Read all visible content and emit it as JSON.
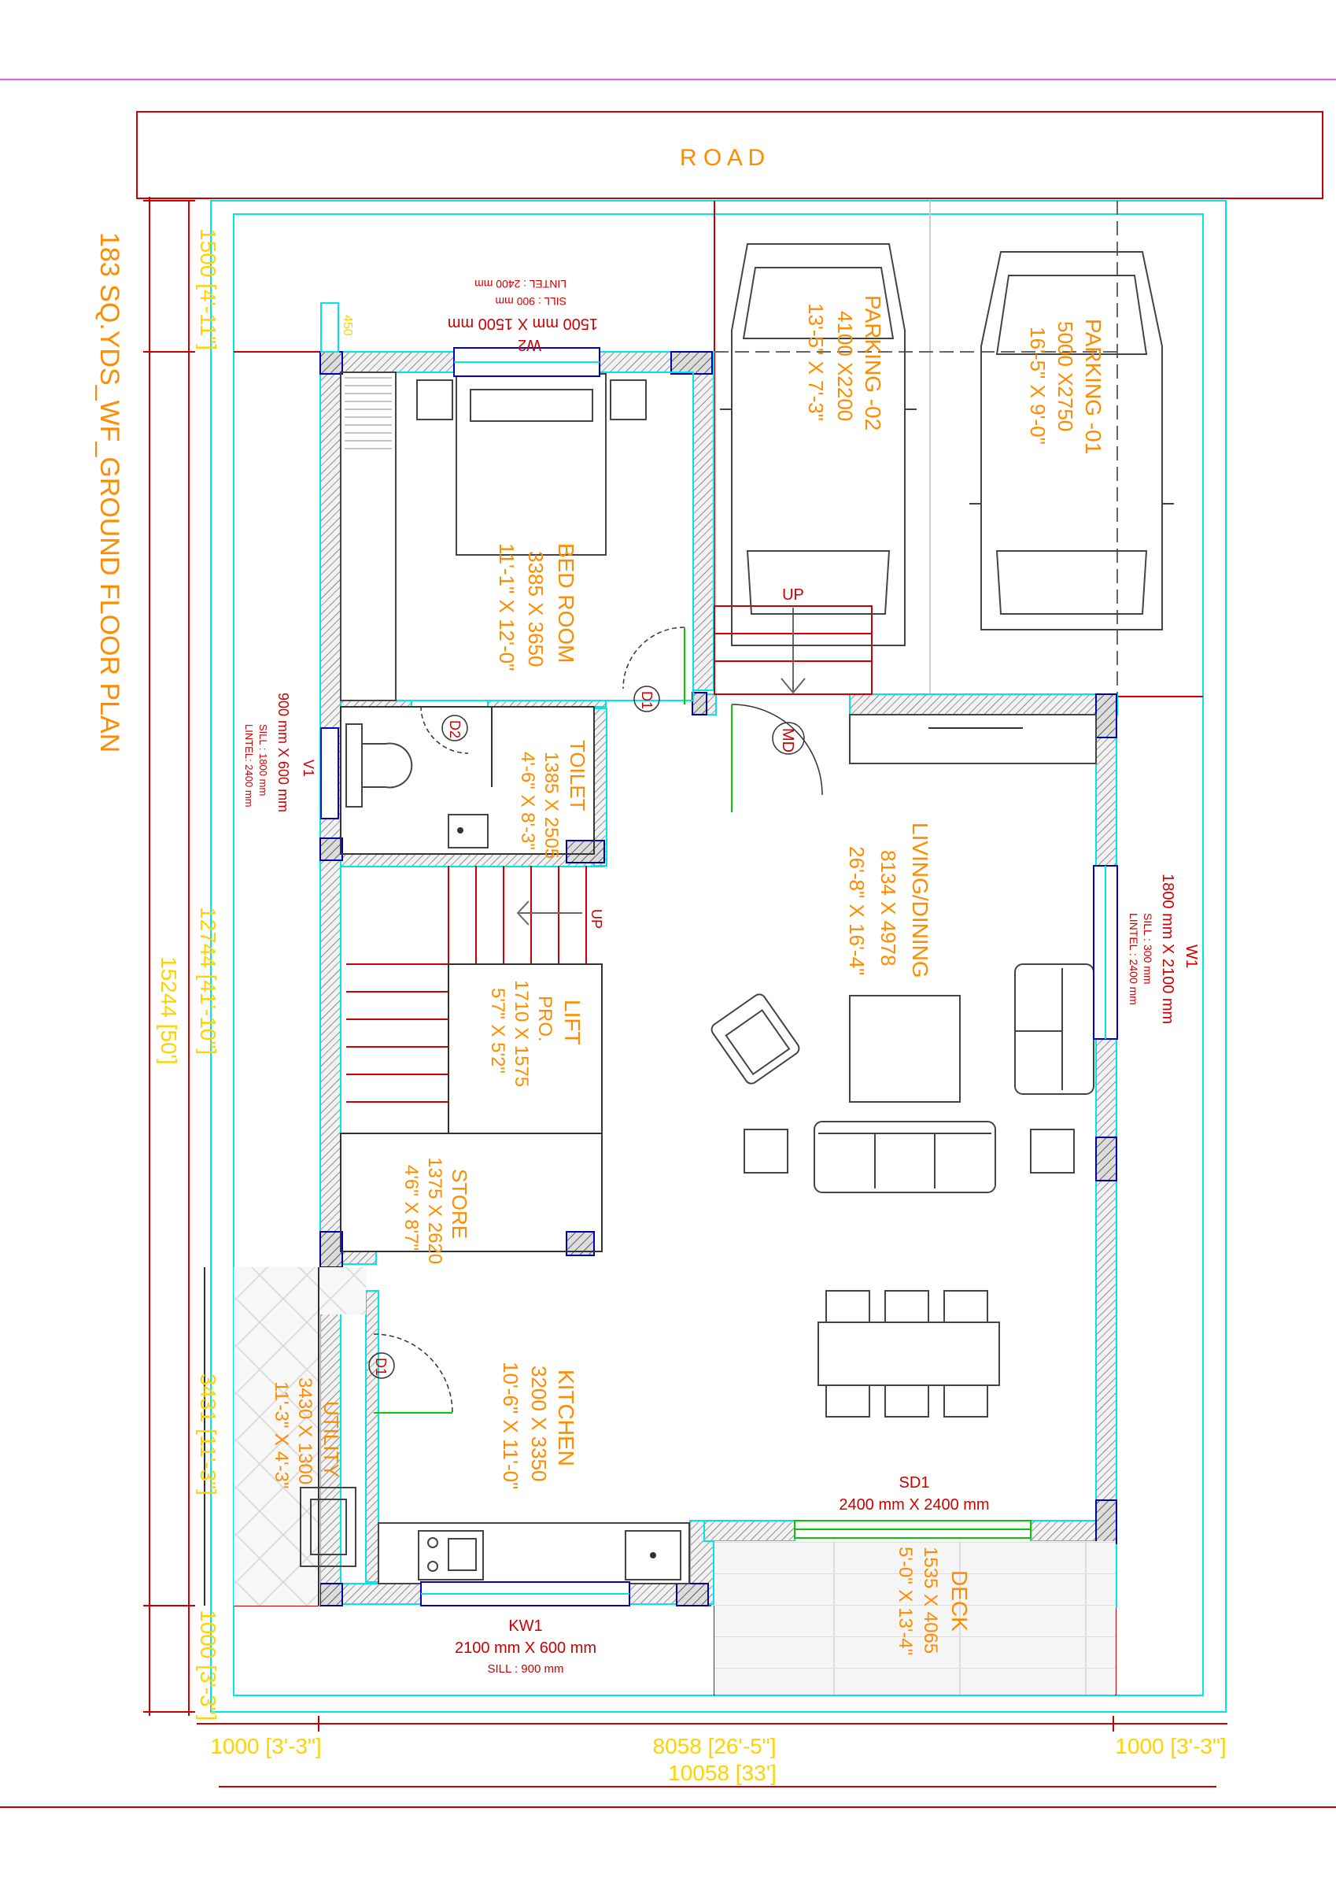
{
  "title": "183 SQ.YDS_WF_GROUND FLOOR PLAN",
  "road": "R O A D",
  "rooms": {
    "bedroom": {
      "name": "BED ROOM",
      "mm": "3385 X 3650",
      "ft": "11'-1\" X 12'-0\""
    },
    "toilet": {
      "name": "TOILET",
      "mm": "1385 X 2505",
      "ft": "4'-6\" X 8'-3\""
    },
    "living": {
      "name": "LIVING/DINING",
      "mm": "8134 X 4978",
      "ft": "26'-8\" X 16'-4\""
    },
    "lift": {
      "name": "LIFT",
      "sub": "PRO.",
      "mm": "1710 X 1575",
      "ft": "5'7\" X 5'2\""
    },
    "store": {
      "name": "STORE",
      "mm": "1375 X 2620",
      "ft": "4'6\" X 8'7\""
    },
    "kitchen": {
      "name": "KITCHEN",
      "mm": "3200 X 3350",
      "ft": "10'-6\" X 11'-0\""
    },
    "utility": {
      "name": "UTILITY",
      "mm": "3430 X 1300",
      "ft": "11'-3\" X 4'-3\""
    },
    "deck": {
      "name": "DECK",
      "mm": "1535 X 4065",
      "ft": "5'-0\" X 13'-4\""
    },
    "parking1": {
      "name": "PARKING -01",
      "mm": "5000 X2750",
      "ft": "16'-5\" X 9'-0\""
    },
    "parking2": {
      "name": "PARKING -02",
      "mm": "4100 X2200",
      "ft": "13'-5\" X 7'-3\""
    }
  },
  "openings": {
    "w2": {
      "tag": "W2",
      "size": "1500 mm X 1500 mm",
      "sill": "SILL  :  900 mm",
      "lintel": "LINTEL : 2400 mm"
    },
    "v1": {
      "tag": "V1",
      "size": "900 mm X 600 mm",
      "sill": "SILL  : 1800 mm",
      "lintel": "LINTEL: 2400 mm"
    },
    "w1": {
      "tag": "W1",
      "size": "1800 mm X 2100 mm",
      "sill": "SILL  :  300 mm",
      "lintel": "LINTEL : 2400 mm"
    },
    "sd1": {
      "tag": "SD1",
      "size": "2400 mm X 2400 mm"
    },
    "kw1": {
      "tag": "KW1",
      "size": "2100 mm X 600 mm",
      "sill": "SILL   :  900 mm"
    },
    "d1": "D1",
    "d2": "D2",
    "md": "MD",
    "up": "UP",
    "w2_offset": "450"
  },
  "dims": {
    "front_setback": "1500 [4'-11\"]",
    "inner_depth": "12744 [41'-10\"]",
    "total_depth": "15244 [50']",
    "utility_depth": "3431 [11'-3\"]",
    "rear_setback": "1000 [3'-3\"]",
    "left_setback": "1000 [3'-3\"]",
    "inner_width": "8058 [26'-5\"]",
    "right_setback": "1000 [3'-3\"]",
    "total_width": "10058 [33']"
  },
  "colors": {
    "orange": "#ff8c00",
    "red": "#cc0000",
    "yellow": "#ffd200",
    "cyan": "#00e5e5",
    "blue": "#0000cc",
    "green": "#00cc00",
    "magenta": "#e060e0"
  }
}
